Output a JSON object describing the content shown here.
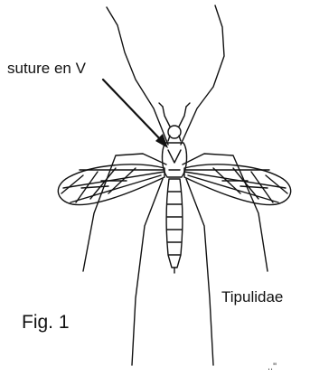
{
  "figure": {
    "subject": "Tipulidae",
    "figure_label": "Fig. 1",
    "annotation": "suture en V",
    "corner_mark": "..\""
  },
  "style": {
    "line_color": "#111111",
    "background": "#ffffff"
  }
}
